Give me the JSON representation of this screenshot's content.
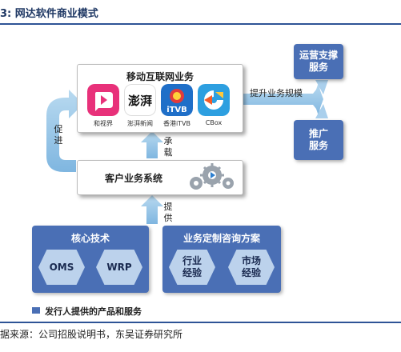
{
  "header": {
    "title": "3:  网达软件商业模式"
  },
  "top_box": {
    "title": "移动互联网业务",
    "apps": [
      {
        "name": "和视界",
        "icon": "hexiejie-app-icon",
        "color": "#e8317a"
      },
      {
        "name": "澎湃新闻",
        "icon": "pengpai-app-icon",
        "color": "#ffffff"
      },
      {
        "name": "香港iTVB",
        "icon": "itvb-app-icon",
        "color": "#1f6fc8"
      },
      {
        "name": "CBox",
        "icon": "cbox-app-icon",
        "color": "#2d9fe0"
      }
    ]
  },
  "middle_box": {
    "title": "客户业务系统",
    "icon": "gear-cluster-icon"
  },
  "right_boxes": {
    "ops": "运营支撑\n服务",
    "promo": "推广\n服务"
  },
  "labels": {
    "scale": "提升业务规模",
    "support": "承\n载",
    "promote": "促\n进",
    "provide": "提\n供"
  },
  "bottom_left": {
    "title": "核心技术",
    "items": [
      "OMS",
      "WRP"
    ]
  },
  "bottom_right": {
    "title": "业务定制咨询方案",
    "items": [
      "行业\n经验",
      "市场\n经验"
    ]
  },
  "legend": {
    "label": "发行人提供的产品和服务",
    "color": "#4a6fb5"
  },
  "source": "据来源：公司招股说明书，东吴证券研究所",
  "colors": {
    "accent": "#4a6fb5",
    "arrow": "#8fc1e3",
    "hex": "#bcd2ec"
  }
}
